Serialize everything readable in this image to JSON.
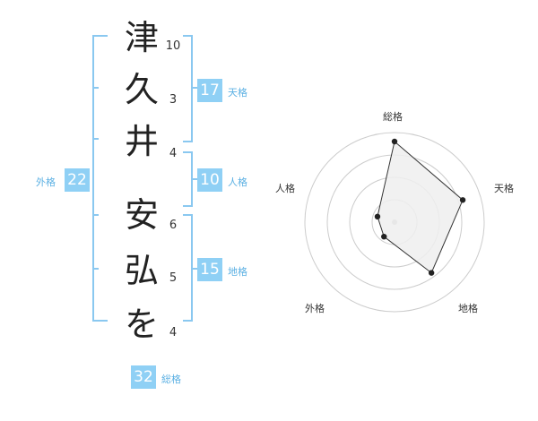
{
  "name_chars": [
    {
      "char": "津",
      "strokes": "10"
    },
    {
      "char": "久",
      "strokes": "3"
    },
    {
      "char": "井",
      "strokes": "4"
    },
    {
      "char": "安",
      "strokes": "6"
    },
    {
      "char": "弘",
      "strokes": "5"
    },
    {
      "char": "を",
      "strokes": "4"
    }
  ],
  "fortunes": {
    "tenkaku": {
      "value": "17",
      "label": "天格"
    },
    "jinkaku": {
      "value": "10",
      "label": "人格"
    },
    "chikaku": {
      "value": "15",
      "label": "地格"
    },
    "gaikaku": {
      "value": "22",
      "label": "外格"
    },
    "soukaku": {
      "value": "32",
      "label": "総格"
    }
  },
  "radar": {
    "labels": [
      "総格",
      "天格",
      "地格",
      "外格",
      "人格"
    ],
    "values": [
      0.9,
      0.8,
      0.7,
      0.2,
      0.2
    ],
    "rings": 4,
    "fill": "#eeeeee",
    "line": "#333333",
    "ring_color": "#cccccc"
  },
  "colors": {
    "accent": "#8fd0f5",
    "bracket": "#8ac8f0",
    "label_text": "#5bb0e3"
  }
}
